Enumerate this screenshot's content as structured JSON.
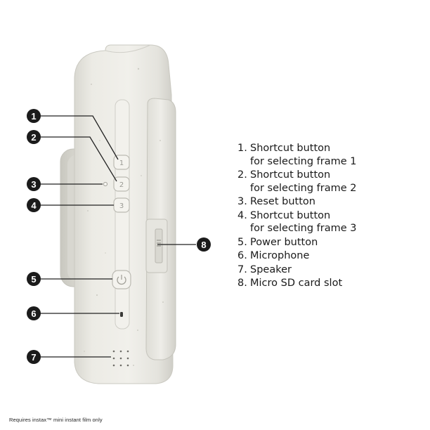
{
  "legend": [
    {
      "num": "1.",
      "text": "Shortcut button\nfor selecting frame 1"
    },
    {
      "num": "2.",
      "text": "Shortcut button\nfor selecting frame 2"
    },
    {
      "num": "3.",
      "text": "Reset button"
    },
    {
      "num": "4.",
      "text": "Shortcut button\nfor selecting frame 3"
    },
    {
      "num": "5.",
      "text": "Power button"
    },
    {
      "num": "6.",
      "text": "Microphone"
    },
    {
      "num": "7.",
      "text": "Speaker"
    },
    {
      "num": "8.",
      "text": "Micro SD card slot"
    }
  ],
  "callouts": [
    "1",
    "2",
    "3",
    "4",
    "5",
    "6",
    "7",
    "8"
  ],
  "device_buttons": [
    "1",
    "2",
    "3"
  ],
  "icons": {
    "power": "power-icon"
  },
  "footnote": "Requires instax™ mini instant film only",
  "colors": {
    "body": "#e9e8e2",
    "callout": "#1b1b1b",
    "leader": "#222222"
  }
}
